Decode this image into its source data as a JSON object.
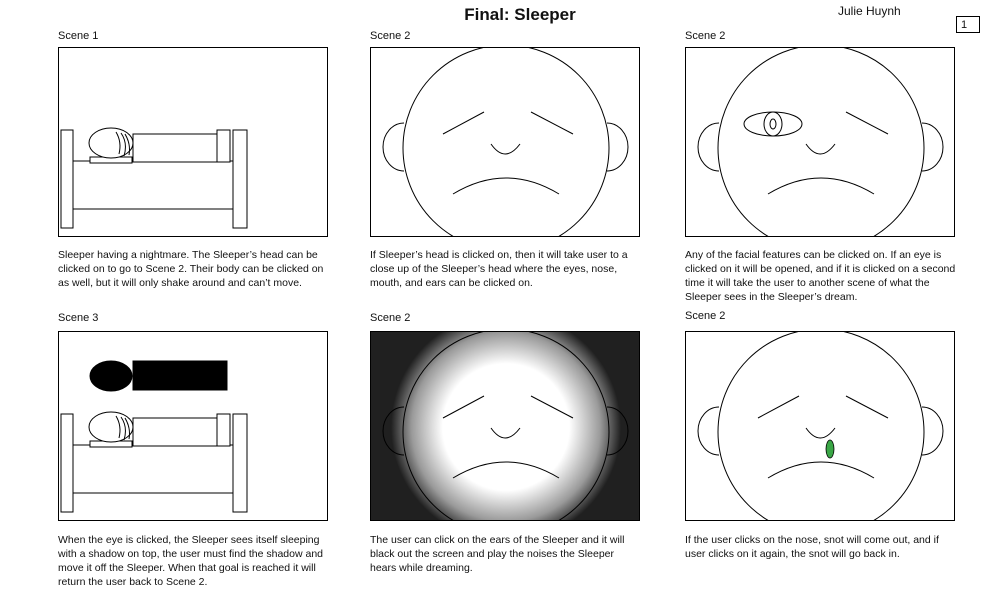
{
  "header": {
    "title": "Final: Sleeper",
    "author": "Julie Huynh",
    "page_number": "1"
  },
  "panels": [
    {
      "label": "Scene 1",
      "caption": "Sleeper having a nightmare. The Sleeper’s head can be clicked on to go to Scene 2. Their body can be clicked on as well, but it will only shake around and can’t move."
    },
    {
      "label": "Scene 2",
      "caption": "If Sleeper’s head is clicked on, then it will take user to a close up of the Sleeper’s head where the eyes, nose, mouth, and ears can be clicked on."
    },
    {
      "label": "Scene 2",
      "caption": "Any of the facial features can be clicked on. If an eye is clicked on it will be opened, and if it is clicked on a second time it will take the user to another scene of what the Sleeper sees in the Sleeper’s dream."
    },
    {
      "label": "Scene 3",
      "caption": "When the eye is clicked, the Sleeper sees itself sleeping with a shadow on top, the user must find the shadow and move it off the Sleeper. When that goal is reached it will return the user back to Scene 2."
    },
    {
      "label": "Scene 2",
      "caption": "The user can click on the ears of the Sleeper and it will black out the screen and play the noises the Sleeper hears while dreaming."
    },
    {
      "label": "Scene 2",
      "caption": "If the user clicks on the nose, snot will come out, and if user clicks on it again, the snot will go back in."
    }
  ],
  "colors": {
    "line": "#000000",
    "snot": "#3aa646",
    "blackout": "#202020"
  }
}
